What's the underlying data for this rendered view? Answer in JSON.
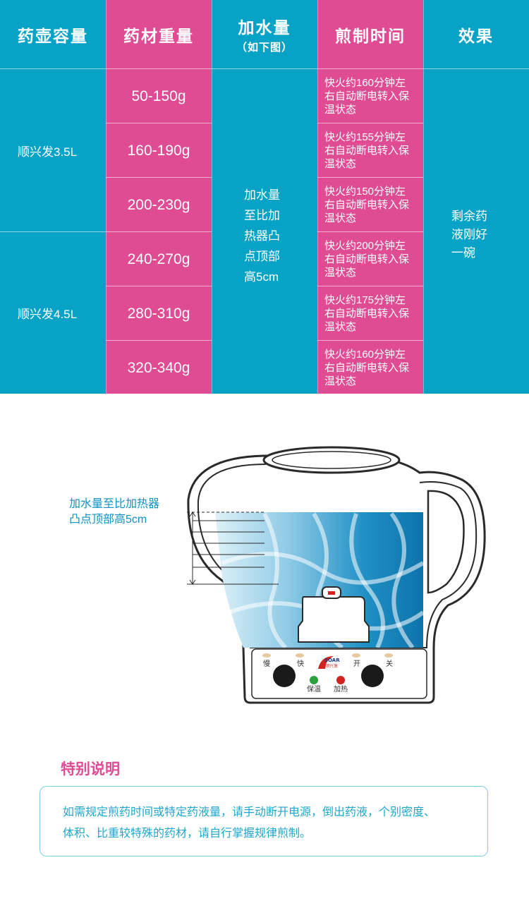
{
  "table": {
    "headers": [
      {
        "label": "药壶容量"
      },
      {
        "label": "药材重量"
      },
      {
        "label": "加水量",
        "sub": "（如下图）"
      },
      {
        "label": "煎制时间"
      },
      {
        "label": "效果"
      }
    ],
    "pots": [
      "顺兴发3.5L",
      "顺兴发4.5L"
    ],
    "weights": [
      "50-150g",
      "160-190g",
      "200-230g",
      "240-270g",
      "280-310g",
      "320-340g"
    ],
    "times": [
      [
        "快火约160分钟左",
        "右自动断电转入保",
        "温状态"
      ],
      [
        "快火约155分钟左",
        "右自动断电转入保",
        "温状态"
      ],
      [
        "快火约150分钟左",
        "右自动断电转入保",
        "温状态"
      ],
      [
        "快火约200分钟左",
        "右自动断电转入保",
        "温状态"
      ],
      [
        "快火约175分钟左",
        "右自动断电转入保",
        "温状态"
      ],
      [
        "快火约160分钟左",
        "右自动断电转入保",
        "温状态"
      ]
    ],
    "water_lines": [
      "加水量",
      "至比加",
      "热器凸",
      "点顶部",
      "高5cm"
    ],
    "effect_lines": [
      "剩余药",
      "液刚好",
      "一碗"
    ]
  },
  "diagram": {
    "annotation_lines": [
      "加水量至比加热器",
      "凸点顶部高5cm"
    ],
    "panel": {
      "slow": "慢",
      "fast": "快",
      "on": "开",
      "off": "关",
      "keep_warm": "保温",
      "heating": "加热",
      "logo_text": "SOAR",
      "logo_sub": "顺兴发"
    },
    "colors": {
      "outline": "#2a2a2a",
      "water_light": "#d6eef7",
      "water_dark": "#0a7db4",
      "warm_lamp": "#2aa13a",
      "heat_lamp": "#d2231e"
    }
  },
  "notes": {
    "title": "特别说明",
    "body_lines": [
      "如需规定煎药时间或特定药液量，请手动断开电源，倒出药液，个别密度、",
      "体积、比重较特殊的药材，请自行掌握规律煎制。"
    ],
    "colors": {
      "title": "#df4c93",
      "text": "#20a6cc",
      "border": "#7fd0e4"
    }
  },
  "colors": {
    "cyan": "#06a3c7",
    "pink": "#df4c93"
  }
}
